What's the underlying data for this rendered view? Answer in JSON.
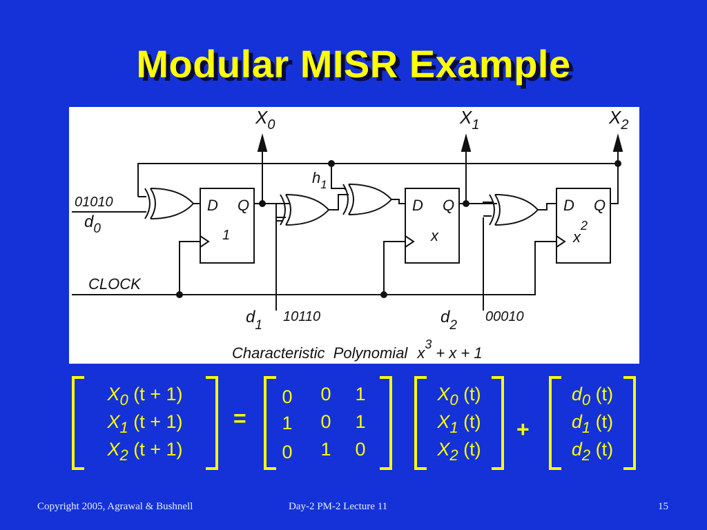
{
  "title": "Modular MISR Example",
  "circuit": {
    "outputs": [
      "X",
      "X",
      "X"
    ],
    "output_subs": [
      "0",
      "1",
      "2"
    ],
    "h_label": "h",
    "h_sub": "1",
    "ff_labels": [
      "D",
      "Q"
    ],
    "ff_mult": [
      "1",
      "x",
      "x"
    ],
    "ff_mult_sup": "2",
    "inputs": [
      {
        "stream": "01010",
        "name": "d",
        "sub": "0"
      },
      {
        "stream": "10110",
        "name": "d",
        "sub": "1"
      },
      {
        "stream": "00010",
        "name": "d",
        "sub": "2"
      }
    ],
    "clock_label": "CLOCK",
    "poly_label": "Characteristic  Polynomial",
    "poly_x": "x",
    "poly_sup": "3",
    "poly_rest": "+ x + 1"
  },
  "equation": {
    "lhs": [
      {
        "var": "X",
        "sub": "0",
        "arg": "(t + 1)"
      },
      {
        "var": "X",
        "sub": "1",
        "arg": "(t + 1)"
      },
      {
        "var": "X",
        "sub": "2",
        "arg": "(t + 1)"
      }
    ],
    "equals": "=",
    "matrix": [
      [
        "0",
        "0",
        "1"
      ],
      [
        "1",
        "0",
        "1"
      ],
      [
        "0",
        "1",
        "0"
      ]
    ],
    "state": [
      {
        "var": "X",
        "sub": "0",
        "arg": "(t)"
      },
      {
        "var": "X",
        "sub": "1",
        "arg": "(t)"
      },
      {
        "var": "X",
        "sub": "2",
        "arg": "(t)"
      }
    ],
    "plus": "+",
    "inputs": [
      {
        "var": "d",
        "sub": "0",
        "arg": "(t)"
      },
      {
        "var": "d",
        "sub": "1",
        "arg": "(t)"
      },
      {
        "var": "d",
        "sub": "2",
        "arg": "(t)"
      }
    ]
  },
  "footer": {
    "copyright": "Copyright 2005, Agrawal & Bushnell",
    "lecture": "Day-2 PM-2 Lecture 11",
    "page": "15"
  },
  "colors": {
    "background": "#1432d8",
    "accent": "#ffff00",
    "panel": "#ffffff",
    "ink": "#111111"
  }
}
